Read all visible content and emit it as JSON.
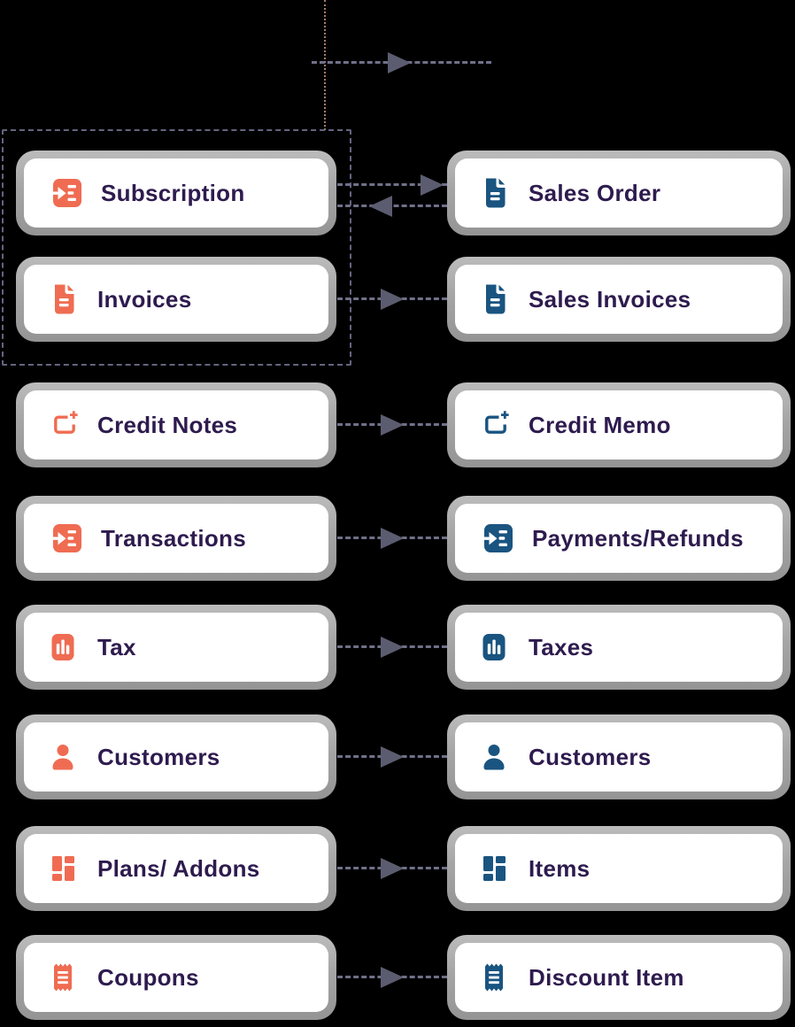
{
  "diagram": {
    "description": "mapping of subscription-billing records (left, orange) to accounting records (right, blue)"
  },
  "colors": {
    "background": "#000000",
    "left_icon": "#EF6C52",
    "right_icon": "#1A5480",
    "label_text": "#2E1B4E",
    "card_frame": "#A8A8A8",
    "card_background": "#FFFFFF",
    "connector": "#70708A",
    "arrowhead": "#5C5C70",
    "group_border": "#646480",
    "dotted_guide": "#C49080"
  },
  "top_flow_arrow": {
    "direction": "right"
  },
  "group_box": {
    "contains": [
      "Subscription",
      "Invoices"
    ]
  },
  "rows": [
    {
      "left": {
        "label": "Subscription",
        "icon": "subscription-icon"
      },
      "right": {
        "label": "Sales Order",
        "icon": "document-icon"
      },
      "connector": "bidirectional"
    },
    {
      "left": {
        "label": "Invoices",
        "icon": "document-icon"
      },
      "right": {
        "label": "Sales Invoices",
        "icon": "document-icon"
      },
      "connector": "right"
    },
    {
      "left": {
        "label": "Credit Notes",
        "icon": "credit-note-icon"
      },
      "right": {
        "label": "Credit Memo",
        "icon": "credit-note-icon"
      },
      "connector": "right"
    },
    {
      "left": {
        "label": "Transactions",
        "icon": "transaction-icon"
      },
      "right": {
        "label": "Payments/Refunds",
        "icon": "transaction-icon"
      },
      "connector": "right"
    },
    {
      "left": {
        "label": "Tax",
        "icon": "bar-chart-icon"
      },
      "right": {
        "label": "Taxes",
        "icon": "bar-chart-icon"
      },
      "connector": "right"
    },
    {
      "left": {
        "label": "Customers",
        "icon": "customer-icon"
      },
      "right": {
        "label": "Customers",
        "icon": "customer-icon"
      },
      "connector": "right"
    },
    {
      "left": {
        "label": "Plans/ Addons",
        "icon": "grid-icon"
      },
      "right": {
        "label": "Items",
        "icon": "grid-icon"
      },
      "connector": "right"
    },
    {
      "left": {
        "label": "Coupons",
        "icon": "coupon-icon"
      },
      "right": {
        "label": "Discount Item",
        "icon": "coupon-icon"
      },
      "connector": "right"
    }
  ]
}
